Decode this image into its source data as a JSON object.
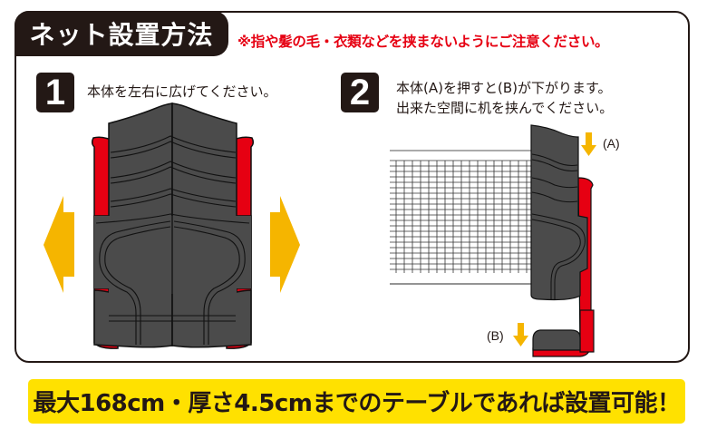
{
  "header": {
    "title": "ネット設置方法",
    "warning": "※指や髪の毛・衣類などを挟まないようにご注意ください。"
  },
  "steps": [
    {
      "number": "1",
      "text_lines": [
        "本体を左右に広げてください。"
      ]
    },
    {
      "number": "2",
      "text_lines": [
        "本体(A)を押すと(B)が下がります。",
        "出来た空間に机を挟んでください。"
      ]
    }
  ],
  "diagram": {
    "label_a": "(A)",
    "label_b": "(B)",
    "icons": [
      "arrow-left-icon",
      "arrow-right-icon",
      "arrow-down-icon"
    ]
  },
  "banner": {
    "text": "最大168cm・厚さ4.5cmまでのテーブルであれば設置可能！"
  },
  "colors": {
    "dark": "#231815",
    "warning_red": "#e60012",
    "device_gray": "#4b4b4b",
    "device_red": "#e60012",
    "arrow_yellow": "#f5b500",
    "banner_yellow": "#ffe100"
  }
}
